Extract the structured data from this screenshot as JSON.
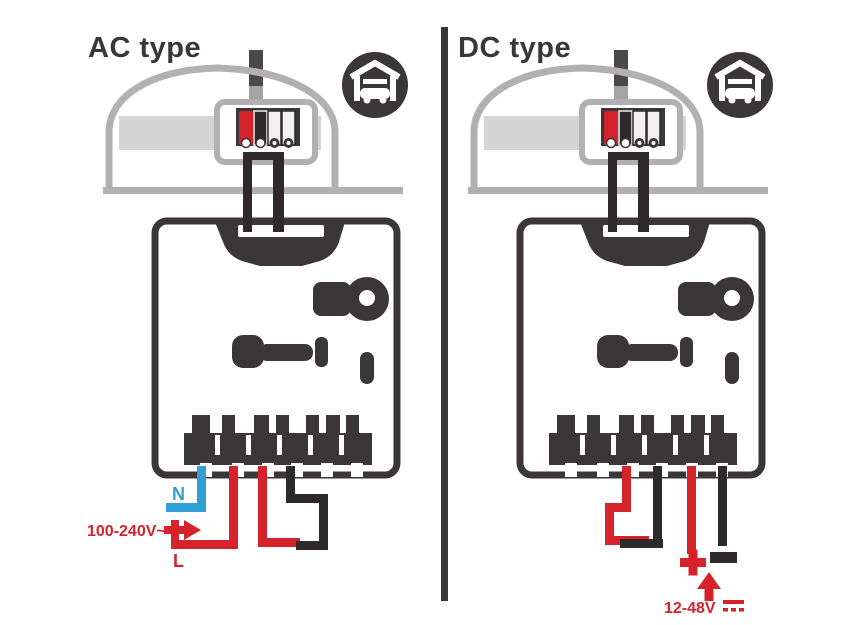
{
  "diagram": {
    "panels": {
      "left": {
        "title": "AC type",
        "power_label": "100-240V~",
        "neutral_label": "N",
        "line_label": "L"
      },
      "right": {
        "title": "DC type",
        "power_label": "12-48V",
        "power_symbol": "dc",
        "power_polarity_positive": "+",
        "power_polarity_negative": "−"
      }
    },
    "icons": {
      "garage": "garage-with-car-icon",
      "device": "relay-module",
      "opener": "garage-door-opener"
    },
    "colors": {
      "outline_dark": "#3b3637",
      "wire_black": "#2e2a2b",
      "wire_red": "#d5232b",
      "wire_blue": "#2f9fd6",
      "opener_gray": "#b2b0b0",
      "opener_light_gray": "#d5d4d4",
      "background": "#ffffff"
    }
  }
}
